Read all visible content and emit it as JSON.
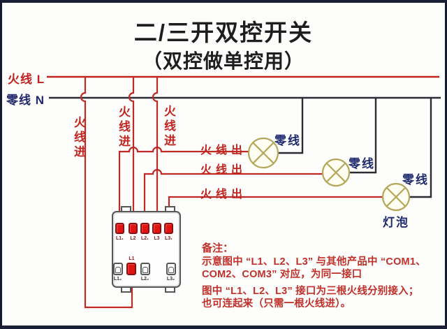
{
  "title": {
    "line1": "二/三开双控开关",
    "line2": "（双控做单控用）"
  },
  "bus": {
    "live_label": "火线 L",
    "neutral_label": "零线 N"
  },
  "labels": {
    "live_in": [
      "火线进",
      "火线进",
      "火线进"
    ],
    "live_out": [
      "火线出",
      "火线出",
      "火线出"
    ],
    "neutral_out": [
      "零线",
      "零线",
      "零线"
    ],
    "bulb": "灯泡"
  },
  "switch": {
    "top_terminals": [
      "L1₁",
      "L2",
      "L2₁",
      "L3",
      "L3₁"
    ],
    "bottom_common_label": "L1",
    "bottom_terminals": [
      "L1₂",
      "L2₂",
      "L3₂"
    ]
  },
  "notes": {
    "heading": "备注：",
    "para1_line1": "示意图中 “L1、L2、L3” 与其他产品中 “COM1、",
    "para1_line2": "COM2、COM3” 对应，为同一接口",
    "para2_line1": "图中 “L1、L2、L3” 接口为三根火线分别接入；",
    "para2_line2": "也可连起来（只需一根火线进）。"
  },
  "colors": {
    "live_wire": "#bf2a24",
    "neutral_wire": "#2c2c34",
    "bulb_stroke": "#b3a75a",
    "terminal_red": "#e11313",
    "navy_text": "#1f2a6e",
    "red_text": "#c22420",
    "note_text": "#c02f28"
  }
}
